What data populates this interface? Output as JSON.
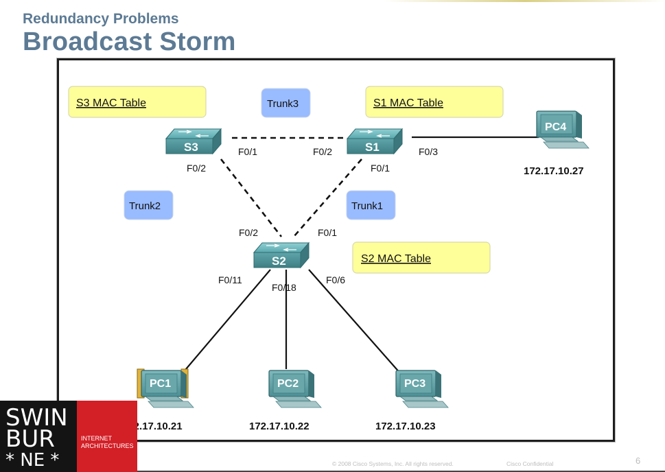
{
  "slide": {
    "subtitle": "Redundancy Problems",
    "title": "Broadcast Storm"
  },
  "mac_tables": {
    "s3": "S3 MAC Table",
    "s1": "S1 MAC Table",
    "s2": "S2 MAC Table"
  },
  "trunks": {
    "trunk1": "Trunk1",
    "trunk2": "Trunk2",
    "trunk3": "Trunk3"
  },
  "switches": {
    "s1": "S1",
    "s2": "S2",
    "s3": "S3"
  },
  "ports": {
    "s3_f01": "F0/1",
    "s3_f02": "F0/2",
    "s1_f02": "F0/2",
    "s1_f03": "F0/3",
    "s1_f01": "F0/1",
    "s2_f02": "F0/2",
    "s2_f01": "F0/1",
    "s2_f011": "F0/11",
    "s2_f018": "F0/18",
    "s2_f06": "F0/6"
  },
  "pcs": {
    "pc1": {
      "label": "PC1",
      "ip": "172.17.10.21"
    },
    "pc2": {
      "label": "PC2",
      "ip": "172.17.10.22"
    },
    "pc3": {
      "label": "PC3",
      "ip": "172.17.10.23"
    },
    "pc4": {
      "label": "PC4",
      "ip": "172.17.10.27"
    }
  },
  "logo": {
    "line1": "SWIN",
    "line2": "BUR",
    "line3": "* NE *",
    "sub1": "INTERNET",
    "sub2": "ARCHITECTURES"
  },
  "footer": {
    "copyright": "© 2008 Cisco Systems, Inc. All rights reserved.",
    "confidential": "Cisco Confidential",
    "page": "6"
  },
  "colors": {
    "title": "#5c7a94",
    "mac_table_fill": "#ffff99",
    "trunk_fill": "#99bbff",
    "switch_body": "#4d9aa0",
    "pc_body": "#5f9ea0"
  }
}
